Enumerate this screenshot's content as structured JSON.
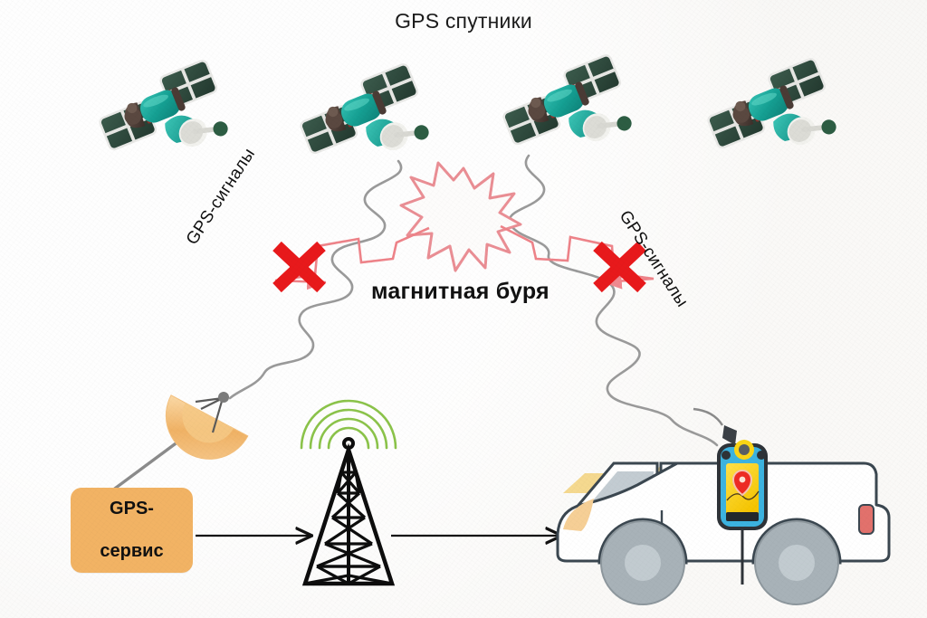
{
  "diagram": {
    "title": "GPS спутники",
    "background_color": "#f7f6f4",
    "labels": {
      "signal_left": "GPS-сигналы",
      "signal_right": "GPS-сигналы",
      "storm": "магнитная буря"
    },
    "service_box": {
      "line1": "GPS-",
      "line2": "сервис",
      "text": "GPS-сервис",
      "fill": "#f2b364"
    },
    "colors": {
      "satellite_body": "#17a093",
      "satellite_panel": "#2d4a3f",
      "satellite_cap": "#4a3b35",
      "signal_wave": "#9a9a9a",
      "storm_red": "#ef6b72",
      "cross_red": "#e8191b",
      "tower_black": "#0d0d0d",
      "tower_waves": "#8bc34a",
      "dish_orange": "#f0b265",
      "car_body": "#ffffff",
      "car_outline": "#3b4750",
      "car_wheel": "#a8b2b8",
      "car_window": "#c3ccd2",
      "car_roof_trim": "#f5d98f",
      "car_taillight": "#e2716c",
      "car_headlight": "#f6cf96",
      "navigator_case": "#3cb3e0",
      "navigator_screen": "#fcd515",
      "navigator_pin": "#ee2b24",
      "arrow_black": "#111111"
    },
    "elements": {
      "satellites_count": 4,
      "satellite_names": [
        "satellite-1",
        "satellite-2",
        "satellite-3",
        "satellite-4"
      ],
      "blocked_signals": 2,
      "cross_marks": 2,
      "arrows": [
        "gps-service-to-tower",
        "tower-to-car"
      ],
      "storm_burst": "magnetic-storm-burst",
      "vehicle": "car-with-gps-navigator",
      "ground_station": "satellite-dish",
      "transmitter": "radio-tower"
    }
  }
}
